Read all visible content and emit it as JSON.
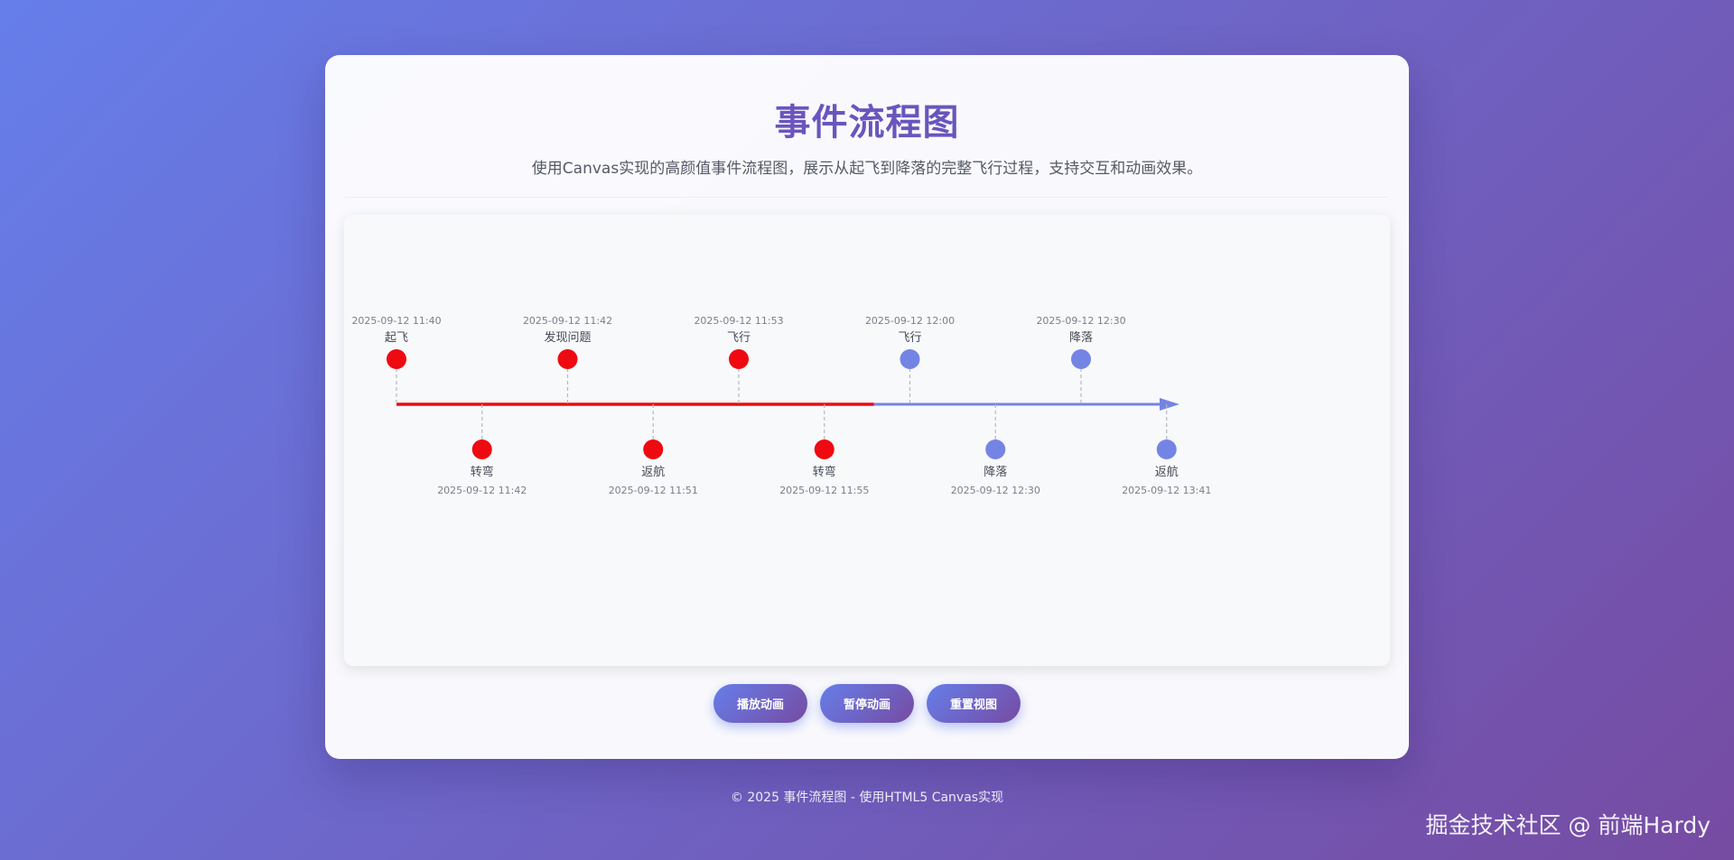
{
  "header": {
    "title": "事件流程图",
    "subtitle": "使用Canvas实现的高颜值事件流程图，展示从起飞到降落的完整飞行过程，支持交互和动画效果。"
  },
  "timeline": {
    "active_color": "#ee0a10",
    "inactive_color": "#7484e4",
    "progress": 0.62,
    "events": [
      {
        "name": "起飞",
        "time": "2025-09-12 11:40",
        "active": true
      },
      {
        "name": "转弯",
        "time": "2025-09-12 11:42",
        "active": true
      },
      {
        "name": "发现问题",
        "time": "2025-09-12 11:42",
        "active": true
      },
      {
        "name": "返航",
        "time": "2025-09-12 11:51",
        "active": true
      },
      {
        "name": "飞行",
        "time": "2025-09-12 11:53",
        "active": true
      },
      {
        "name": "转弯",
        "time": "2025-09-12 11:55",
        "active": true
      },
      {
        "name": "飞行",
        "time": "2025-09-12 12:00",
        "active": false
      },
      {
        "name": "降落",
        "time": "2025-09-12 12:30",
        "active": false
      },
      {
        "name": "降落",
        "time": "2025-09-12 12:30",
        "active": false
      },
      {
        "name": "返航",
        "time": "2025-09-12 13:41",
        "active": false
      }
    ]
  },
  "controls": {
    "play_label": "播放动画",
    "pause_label": "暂停动画",
    "reset_label": "重置视图"
  },
  "footer": {
    "text": "© 2025 事件流程图 - 使用HTML5 Canvas实现"
  },
  "watermark": {
    "text": "掘金技术社区 @ 前端Hardy"
  }
}
